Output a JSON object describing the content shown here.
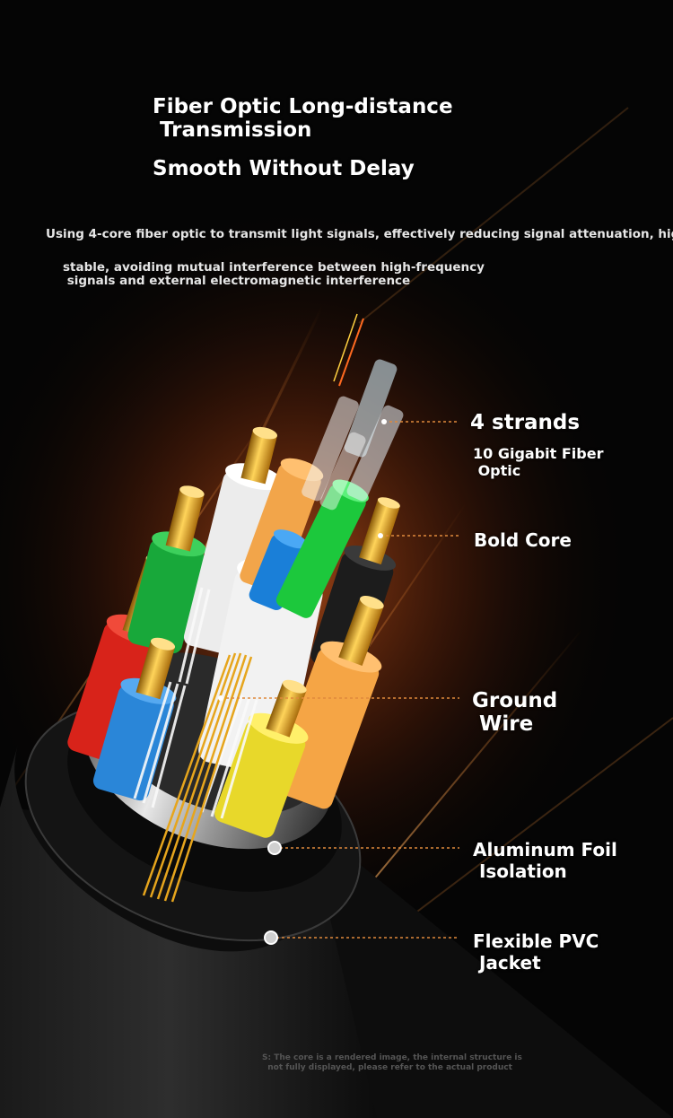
{
  "headline": {
    "line1": "Fiber Optic Long-distance\n Transmission",
    "line2": "Smooth Without Delay"
  },
  "description": {
    "para1": "Using 4-core fiber optic to transmit light signals, effectively reducing signal attenuation, hig",
    "para2": "stable, avoiding mutual interference between high-frequency\n signals and external electromagnetic interference"
  },
  "callouts": [
    {
      "title": "4 strands",
      "subtitle": "10 Gigabit Fiber\n Optic"
    },
    {
      "title": "Bold Core"
    },
    {
      "title": "Ground\n Wire"
    },
    {
      "title": "Aluminum Foil\n Isolation"
    },
    {
      "title": "Flexible PVC\n Jacket"
    }
  ],
  "footnote": "S: The core is a rendered image, the internal structure is\n  not fully displayed, please refer to the actual product",
  "colors": {
    "background": "#050505",
    "leader_line": "#e08a3c",
    "gold": "#e6a51d",
    "glow": "#c8541a"
  }
}
